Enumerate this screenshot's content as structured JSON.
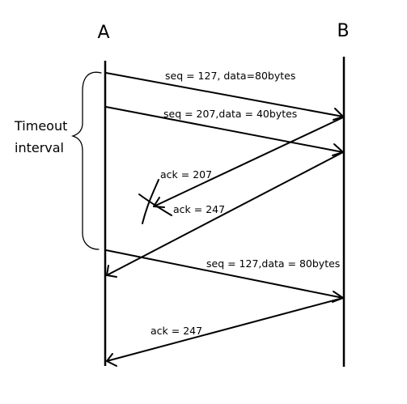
{
  "hosts": {
    "a": "A",
    "b": "B"
  },
  "timeout": {
    "line1": "Timeout",
    "line2": "interval"
  },
  "messages": [
    {
      "label": "seq = 127, data=80bytes",
      "direction": "A-to-B"
    },
    {
      "label": "seq = 207,data = 40bytes",
      "direction": "A-to-B"
    },
    {
      "label": "ack = 207",
      "direction": "B-to-A",
      "lost": true
    },
    {
      "label": "ack = 247",
      "direction": "B-to-A"
    },
    {
      "label": "seq = 127,data = 80bytes",
      "direction": "A-to-B"
    },
    {
      "label": "ack = 247",
      "direction": "B-to-A"
    }
  ]
}
